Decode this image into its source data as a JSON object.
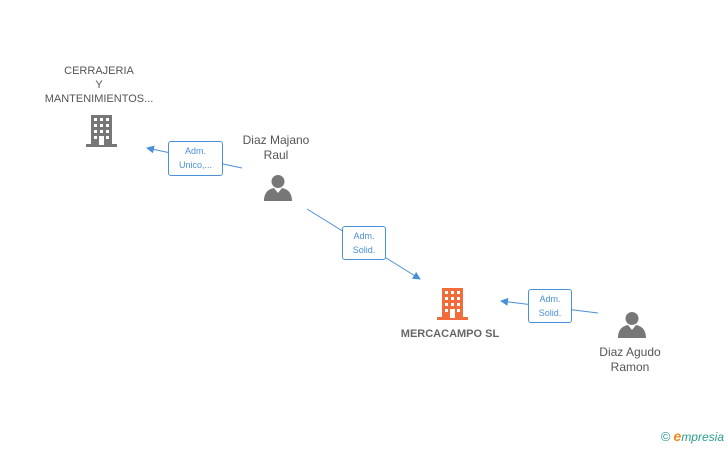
{
  "colors": {
    "accent": "#4a90d9",
    "company_main": "#f26b3a",
    "node_gray": "#777777",
    "brand_e": "#f08a24",
    "brand_text": "#2a9d8f"
  },
  "nodes": {
    "cerrajeria": {
      "type": "company",
      "icon": "building-icon",
      "line1": "CERRAJERIA",
      "line2": "Y",
      "line3": "MANTENIMIENTOS..."
    },
    "diaz_majano": {
      "type": "person",
      "icon": "person-icon",
      "line1": "Diaz Majano",
      "line2": "Raul"
    },
    "mercacampo": {
      "type": "company",
      "icon": "building-icon",
      "line1": "MERCACAMPO SL"
    },
    "diaz_agudo": {
      "type": "person",
      "icon": "person-icon",
      "line1": "Diaz Agudo",
      "line2": "Ramon"
    }
  },
  "relations": {
    "r1": {
      "line1": "Adm.",
      "line2": "Unico,..."
    },
    "r2": {
      "line1": "Adm.",
      "line2": "Solid."
    },
    "r3": {
      "line1": "Adm.",
      "line2": "Solid."
    }
  },
  "brand": {
    "copyright": "©",
    "e": "e",
    "word": "mpresia"
  }
}
